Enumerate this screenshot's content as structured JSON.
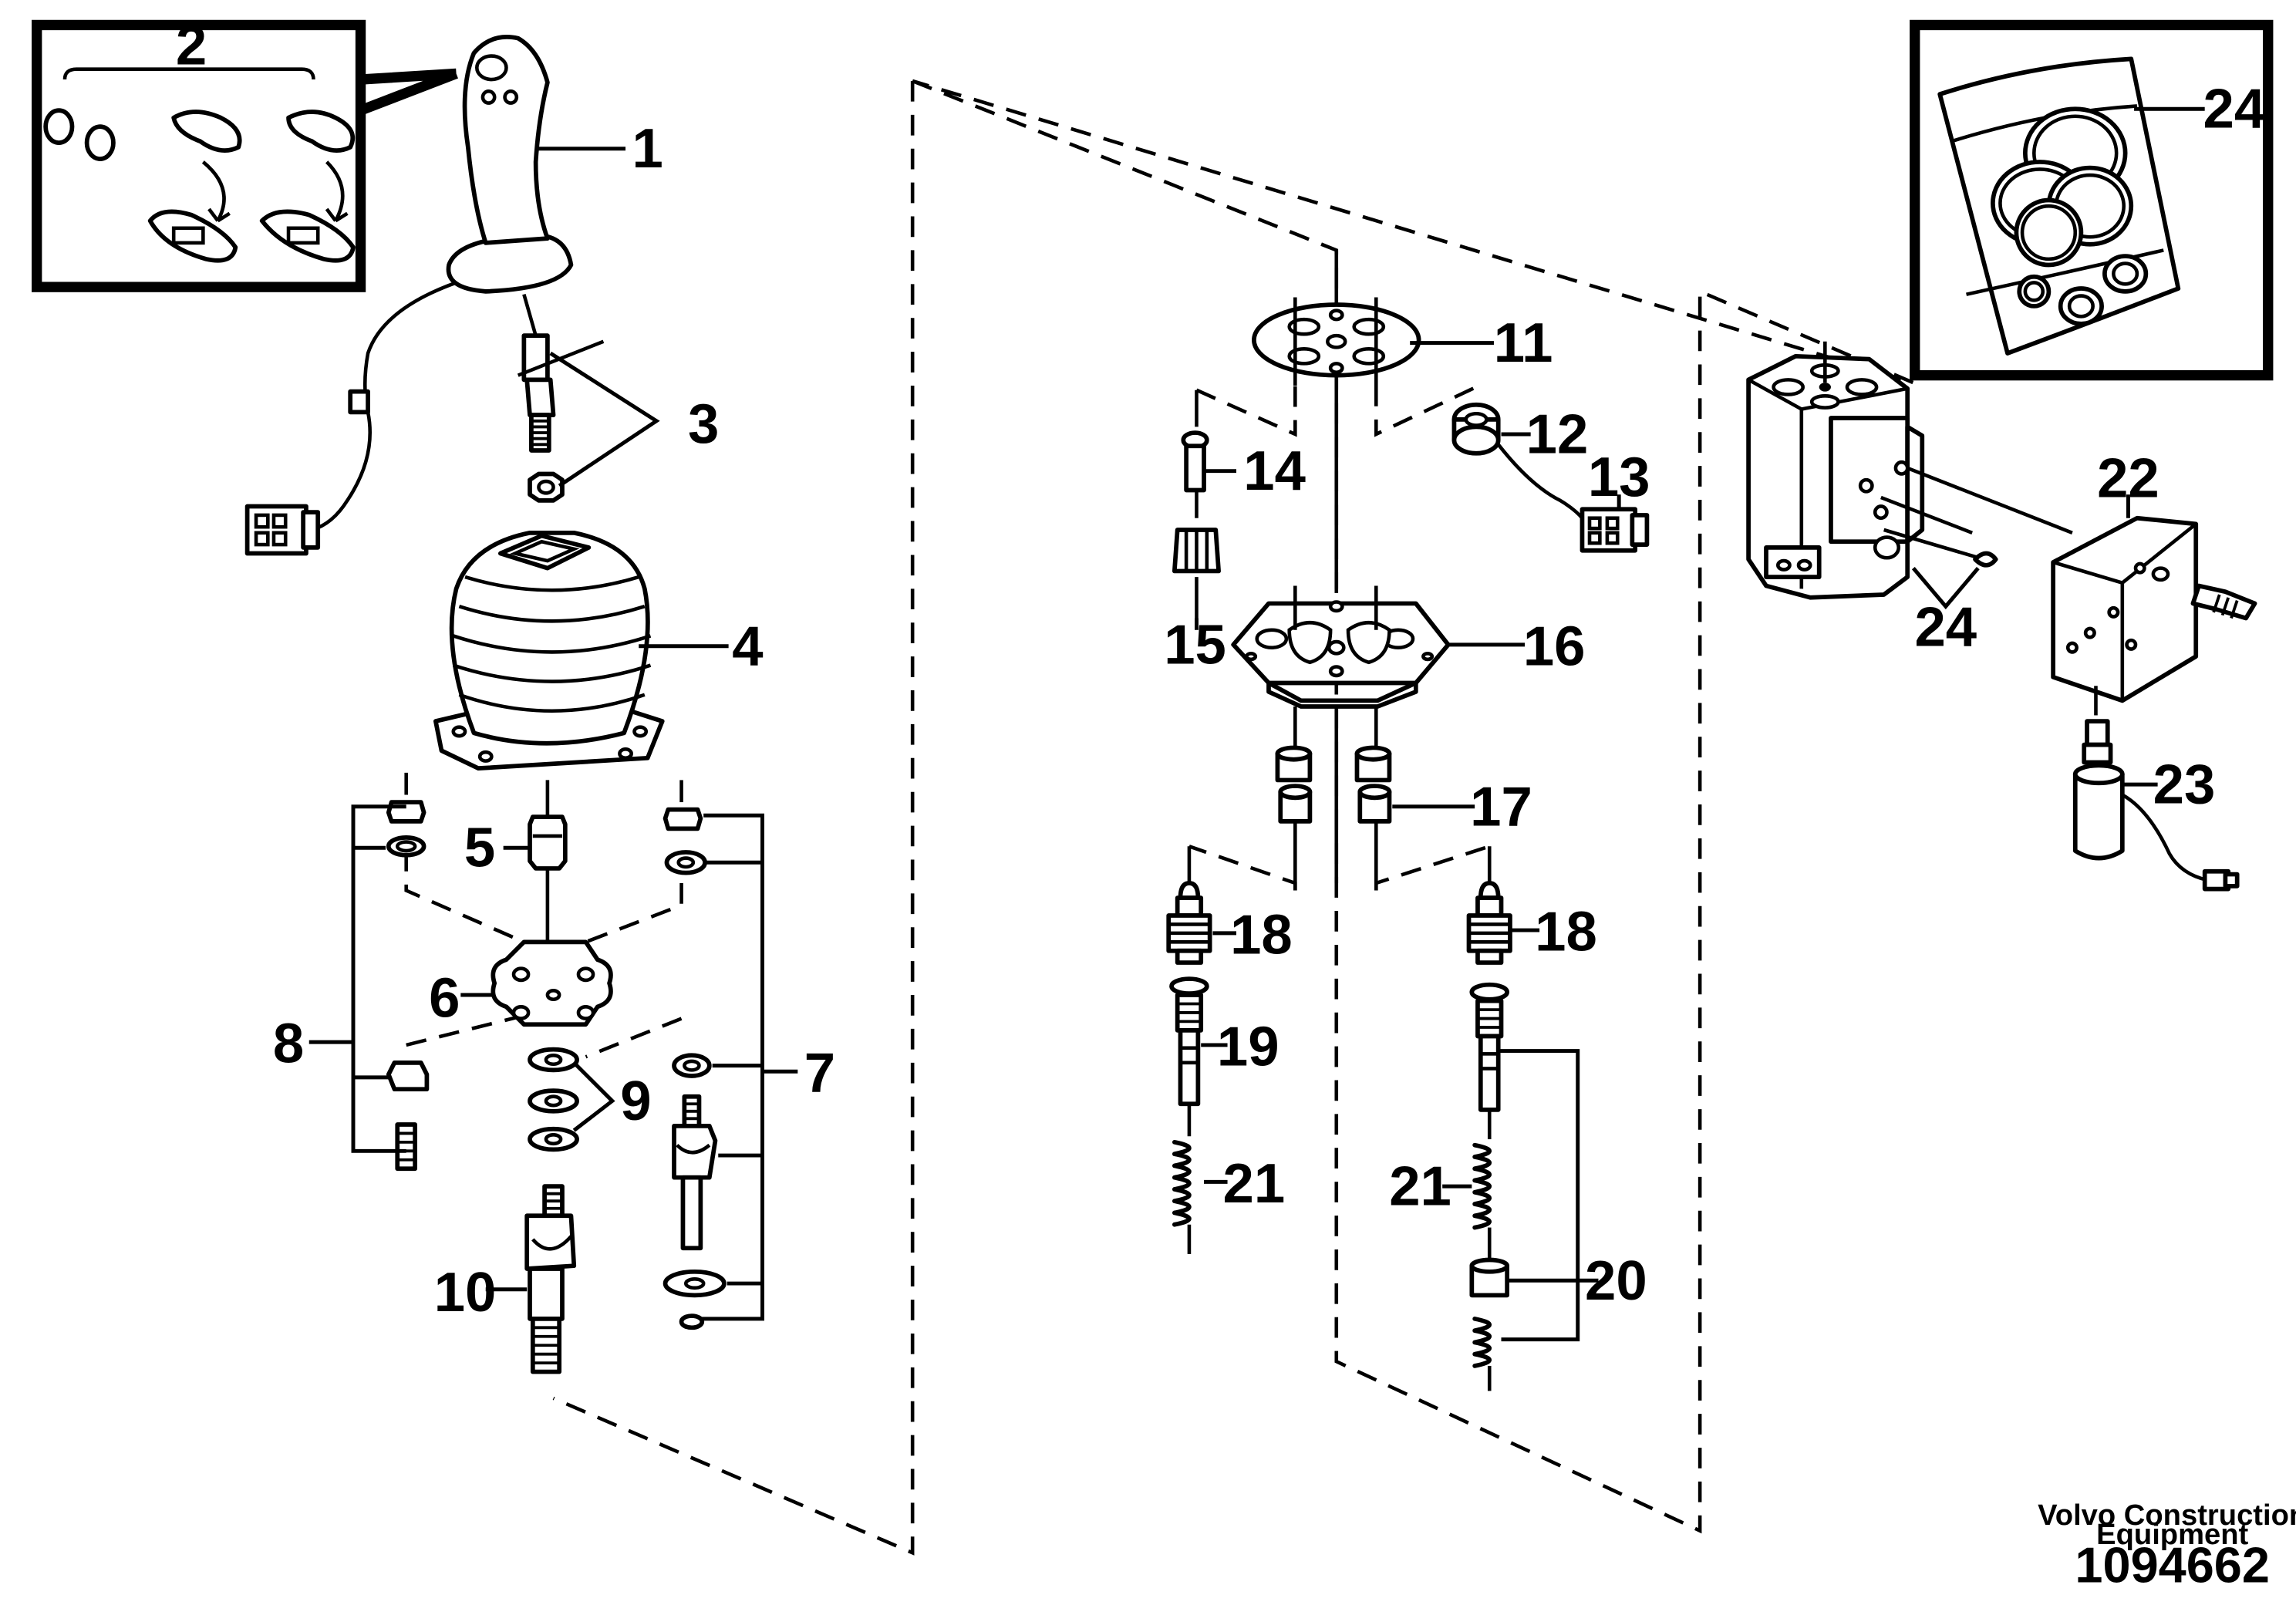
{
  "callouts": {
    "c1": "1",
    "c2": "2",
    "c3": "3",
    "c4": "4",
    "c5": "5",
    "c6": "6",
    "c7": "7",
    "c8": "8",
    "c9": "9",
    "c10": "10",
    "c11": "11",
    "c12": "12",
    "c13": "13",
    "c14": "14",
    "c15": "15",
    "c16": "16",
    "c17": "17",
    "c18a": "18",
    "c18b": "18",
    "c19": "19",
    "c20": "20",
    "c21a": "21",
    "c21b": "21",
    "c22": "22",
    "c23": "23",
    "c24a": "24",
    "c24b": "24"
  },
  "footer": {
    "brand_line1": "Volvo Construction",
    "brand_line2": "Equipment",
    "doc_number": "1094662"
  }
}
